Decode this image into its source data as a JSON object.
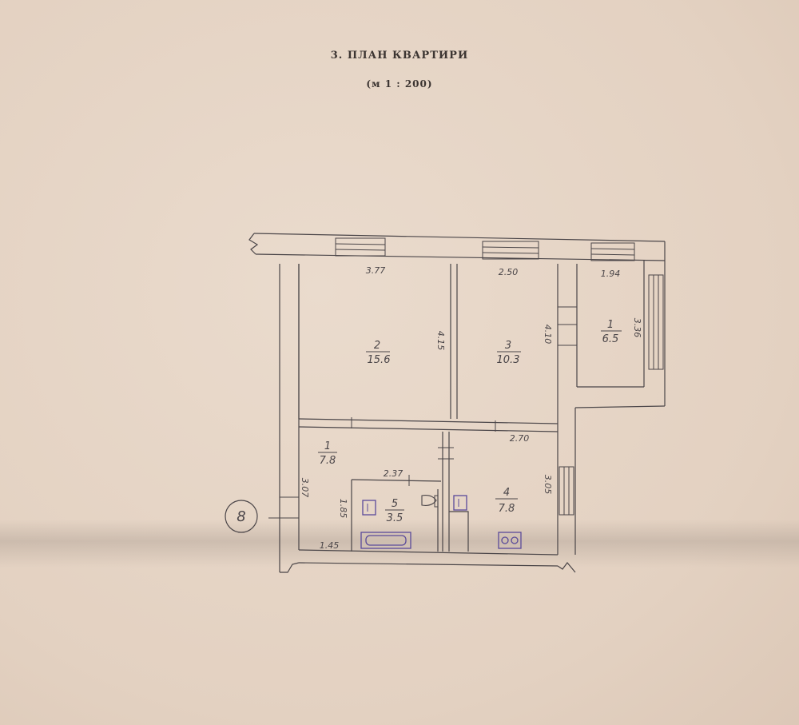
{
  "header": {
    "title": "3. ПЛАН КВАРТИРИ",
    "scale": "(м 1 : 200)"
  },
  "building_marker": "8",
  "rooms": [
    {
      "number": "2",
      "area": "15.6"
    },
    {
      "number": "3",
      "area": "10.3"
    },
    {
      "number": "1",
      "area": "6.5"
    },
    {
      "number": "1",
      "area": "7.8"
    },
    {
      "number": "5",
      "area": "3.5"
    },
    {
      "number": "4",
      "area": "7.8"
    }
  ],
  "dimensions": {
    "room2_width": "3.77",
    "room2_length": "4.15",
    "room3_width": "2.50",
    "room3_length": "4.10",
    "room1_width": "1.94",
    "room1_length": "3.36",
    "hall_length": "3.07",
    "hall_width": "1.45",
    "bath_width": "2.37",
    "bath_length": "1.85",
    "kitchen_width": "2.70",
    "kitchen_length": "3.05"
  },
  "fixtures": [
    "sink-icon",
    "toilet-icon",
    "bathtub-icon",
    "kitchen-sink-icon",
    "stove-icon"
  ],
  "colors": {
    "paper": "#e6d5c6",
    "ink": "#4a4548",
    "fixture_ink": "#5a4a9a"
  }
}
